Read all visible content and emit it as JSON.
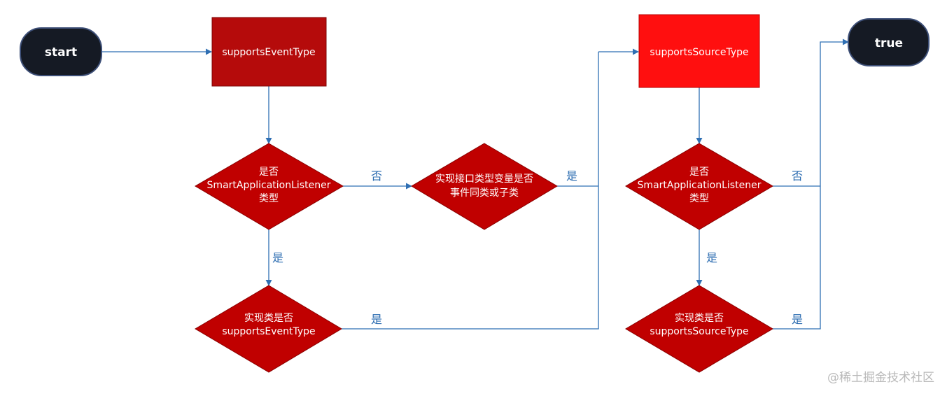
{
  "colors": {
    "terminal_fill": "#151a24",
    "terminal_border": "#3d4f77",
    "process_dark": "#b50b0b",
    "process_bright": "#ff0f0f",
    "decision_fill": "#c00000",
    "edge": "#2f6fb3",
    "edge_label": "#2a6bb0"
  },
  "nodes": {
    "start": {
      "label": "start"
    },
    "true": {
      "label": "true"
    },
    "supports_event_type": {
      "label": "supportsEventType"
    },
    "supports_source_type": {
      "label": "supportsSourceType"
    },
    "decision_smart_listener_1": {
      "line1": "是否",
      "line2": "SmartApplicationListener",
      "line3": "类型"
    },
    "decision_impl_generic": {
      "line1": "实现接口类型变量是否",
      "line2": "事件同类或子类"
    },
    "decision_impl_event": {
      "line1": "实现类是否",
      "line2": "supportsEventType"
    },
    "decision_smart_listener_2": {
      "line1": "是否",
      "line2": "SmartApplicationListener",
      "line3": "类型"
    },
    "decision_impl_source": {
      "line1": "实现类是否",
      "line2": "supportsSourceType"
    }
  },
  "edge_labels": {
    "no_1": "否",
    "yes_1": "是",
    "yes_2": "是",
    "yes_3": "是",
    "no_2": "否",
    "yes_4": "是",
    "yes_5": "是"
  },
  "watermark": "@稀土掘金技术社区"
}
